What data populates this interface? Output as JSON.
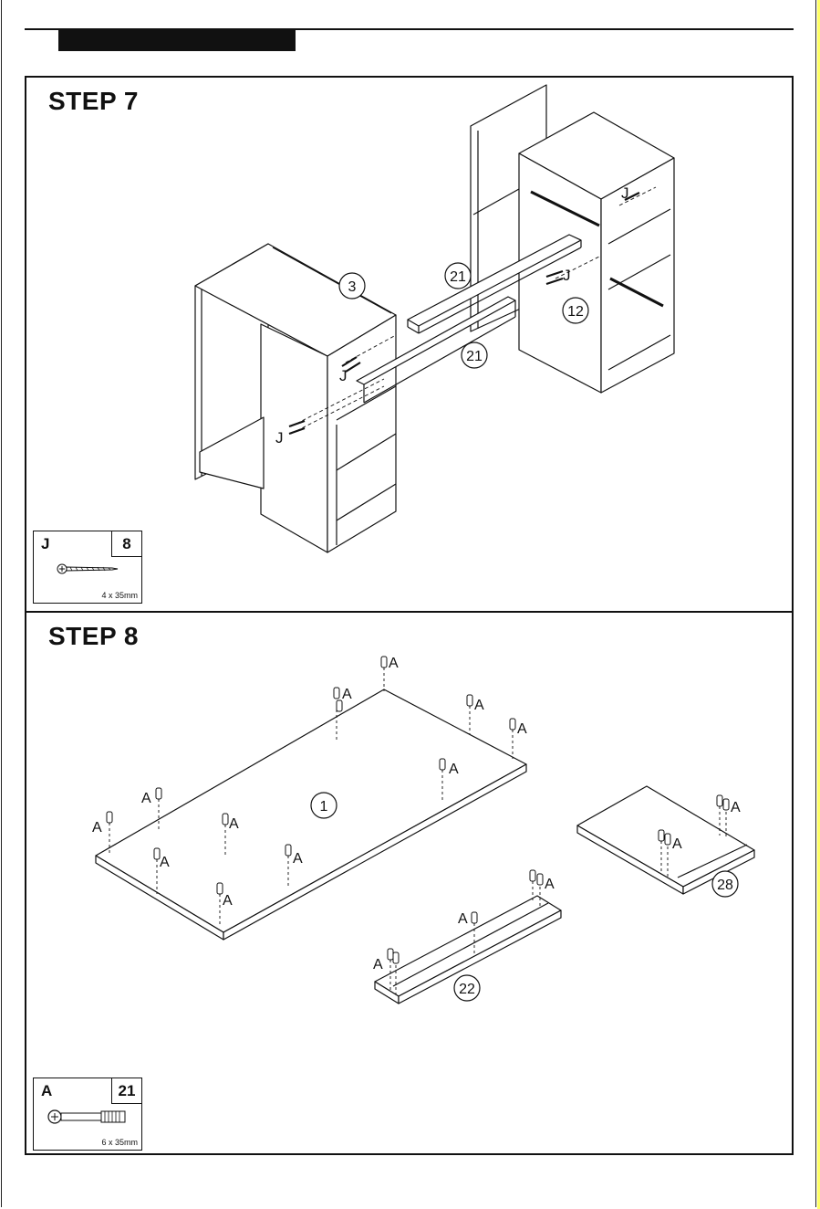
{
  "steps": [
    {
      "title": "STEP 7",
      "callouts": [
        "3",
        "21",
        "12",
        "21"
      ],
      "letters": [
        "J",
        "J",
        "J",
        "J"
      ],
      "hardware": {
        "code": "J",
        "qty": "8",
        "size": "4 x 35mm"
      }
    },
    {
      "title": "STEP 8",
      "callouts": [
        "1",
        "22",
        "28"
      ],
      "letter": "A",
      "hardware": {
        "code": "A",
        "qty": "21",
        "size": "6 x 35mm"
      }
    }
  ]
}
